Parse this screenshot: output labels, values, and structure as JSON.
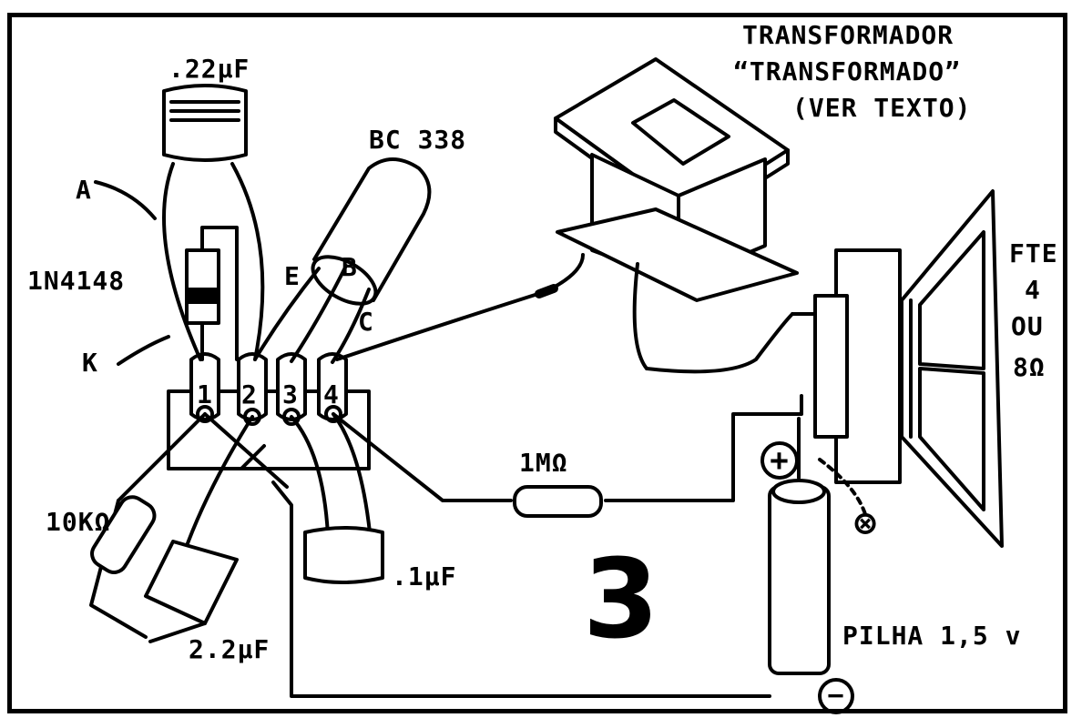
{
  "labels": {
    "cap_top": ".22µF",
    "label_a": "A",
    "diode": "1N4148",
    "label_k": "K",
    "transistor": "BC 338",
    "pin_e": "E",
    "pin_b": "B",
    "pin_c": "C",
    "terminal_1": "1",
    "terminal_2": "2",
    "terminal_3": "3",
    "terminal_4": "4",
    "resistor_10k": "10KΩ",
    "cap_22": "2.2µF",
    "cap_01": ".1µF",
    "resistor_1m": "1MΩ",
    "transformer_line1": "TRANSFORMADOR",
    "transformer_line2": "“TRANSFORMADO”",
    "transformer_line3": "(VER TEXTO)",
    "speaker_line1": "FTE",
    "speaker_line2": "4",
    "speaker_line3": "OU",
    "speaker_line4": "8Ω",
    "battery": "PILHA 1,5 v",
    "plus": "+",
    "minus": "−",
    "cut_mark": "⊗",
    "figure_number": "3"
  }
}
